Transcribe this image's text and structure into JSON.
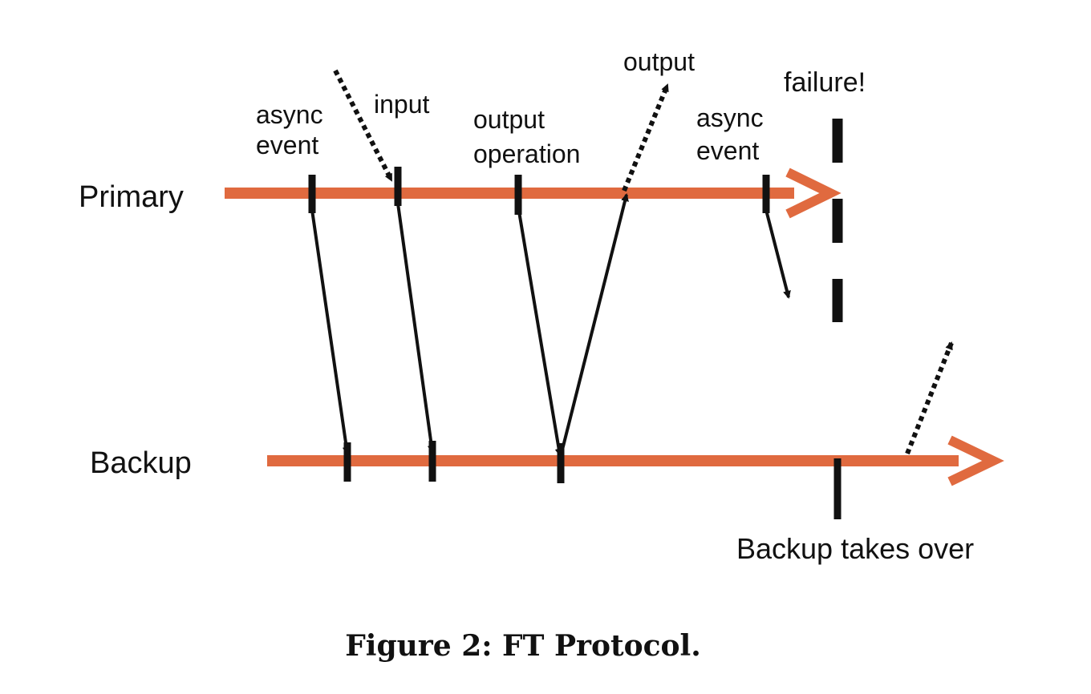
{
  "timelines": {
    "primary_label": "Primary",
    "backup_label": "Backup"
  },
  "events": {
    "async_event_1": {
      "line1": "async",
      "line2": "event"
    },
    "input": "input",
    "output_operation": {
      "line1": "output",
      "line2": "operation"
    },
    "output": "output",
    "async_event_2": {
      "line1": "async",
      "line2": "event"
    },
    "failure": "failure!",
    "backup_takes_over": "Backup takes over"
  },
  "caption": "Figure 2: FT Protocol.",
  "colors": {
    "timeline": "#e06a3f",
    "marker": "#111111",
    "background": "#ffffff"
  }
}
